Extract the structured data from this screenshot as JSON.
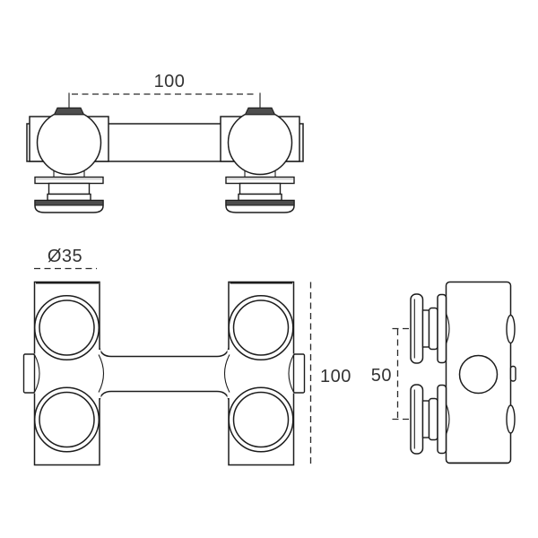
{
  "drawing": {
    "type": "technical-drawing-three-views",
    "views": {
      "front": {
        "dimension_width": "100"
      },
      "plan": {
        "dimension_diameter": "Ø35",
        "dimension_height": "100"
      },
      "side": {
        "dimension_hole_spacing": "50"
      }
    },
    "colors": {
      "line": "#1d1d1d",
      "dark_fill": "#4d4d4d",
      "light_fill": "#dcdcdc",
      "dimension_text": "#333333",
      "background": "#ffffff"
    }
  }
}
